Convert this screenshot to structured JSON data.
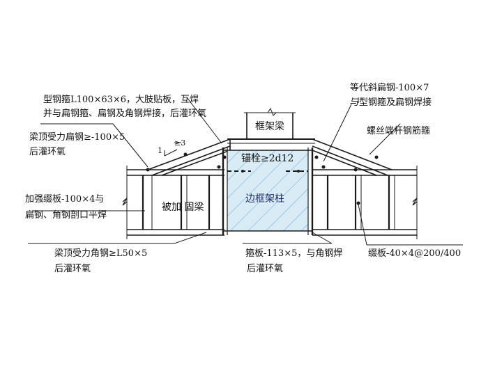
{
  "labels": {
    "left_top_line1": "型钢箍L100×63×6，大肢贴板，互焊",
    "left_top_line2": "并与扁钢箍、扁钢及角钢焊接，后灌环氧",
    "left_flat_line1": "梁顶受力扁钢≥-100×5",
    "left_flat_line2": "后灌环氧",
    "left_batten_line1": "加强缀板-100×4与",
    "left_batten_line2": "扁钢、角钢剖口平焊",
    "left_angle_line1": "梁顶受力角钢≥L50×5",
    "left_angle_line2": "后灌环氧",
    "right_top_line1": "等代斜扁钢-100×7",
    "right_top_line2": "与型钢箍及扁钢焊接",
    "right_bolt": "螺丝端杆钢筋箍",
    "right_batten": "缀板-40×4@200/400",
    "bottom_hoop_line1": "箍板-113×5，与角钢焊",
    "bottom_hoop_line2": "后灌环氧",
    "frame_beam": "框架梁",
    "anchor": "锚栓≥2d12",
    "beam": "被加 固梁",
    "column": "边框架柱",
    "slope_top": "≥3",
    "slope_side": "1"
  },
  "colors": {
    "line": "#1a1a1a",
    "column_fill": "#d9ecf6",
    "hatch": "#6fa8d6"
  }
}
